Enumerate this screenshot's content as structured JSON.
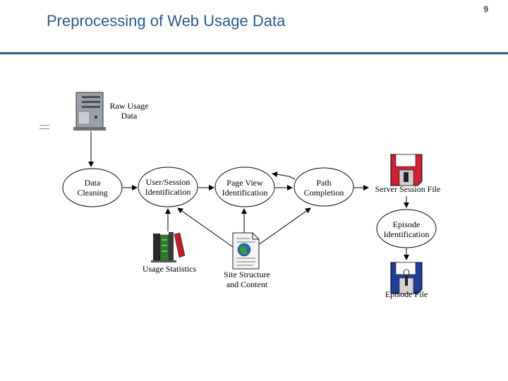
{
  "slide": {
    "title": "Preprocessing of Web Usage Data",
    "number": "9"
  },
  "nodes": {
    "raw_usage_data": "Raw Usage\nData",
    "data_cleaning": "Data\nCleaning",
    "user_session_identification": "User/Session\nIdentification",
    "page_view_identification": "Page View\nIdentification",
    "path_completion": "Path\nCompletion",
    "server_session_file": "Server Session File",
    "episode_identification": "Episode\nIdentification",
    "usage_statistics": "Usage Statistics",
    "site_structure_and_content": "Site Structure\nand Content",
    "episode_file": "Episode File"
  },
  "icons": {
    "server": "server-icon",
    "books": "books-icon",
    "document": "document-icon",
    "floppy_red": "floppy-disk-icon",
    "floppy_blue": "floppy-disk-icon"
  },
  "colors": {
    "title": "#2b5a86",
    "rule": "#2f5c8a",
    "floppy_red": "#cc2233",
    "floppy_blue": "#1f3f9a"
  }
}
